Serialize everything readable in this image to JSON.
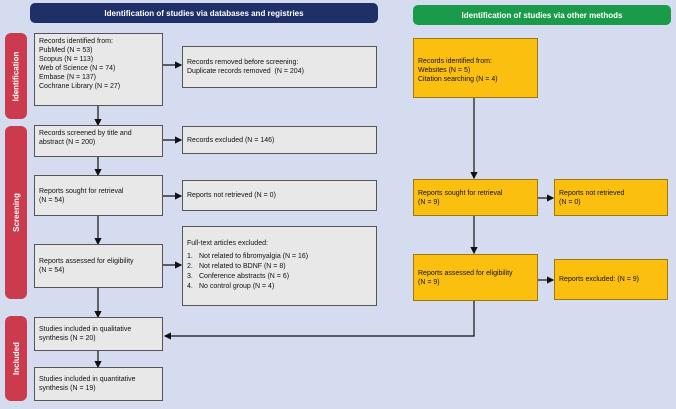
{
  "headers": {
    "databases": "Identification of studies via databases and registries",
    "other": "Identification of studies via other methods"
  },
  "phases": {
    "identification": "Identification",
    "screening": "Screening",
    "included": "Included"
  },
  "boxes": {
    "records_identified": [
      "Records identified from:",
      "PubMed (N = 53)",
      "Scopus (N = 113)",
      "Web of Science (N = 74)",
      "Embase (N = 137)",
      "Cochrane Library (N = 27)"
    ],
    "records_removed": [
      "Records removed before screening:",
      "Duplicate records removed  (N = 204)"
    ],
    "records_screened": [
      "Records screened by title and",
      "abstract (N = 200)"
    ],
    "records_excluded": "Records excluded (N = 146)",
    "reports_sought": [
      "Reports sought for retrieval",
      "(N = 54)"
    ],
    "reports_not_retrieved": "Reports not retrieved (N = 0)",
    "reports_assessed": [
      "Reports assessed for eligibility",
      "(N = 54)"
    ],
    "fulltext_excluded": {
      "title": "Full-text articles excluded:",
      "items": [
        {
          "num": "1.",
          "text": "Not related to fibromyalgia (N = 16)"
        },
        {
          "num": "2.",
          "text": "Not related to BDNF (N = 8)"
        },
        {
          "num": "3.",
          "text": "Conference abstracts (N = 6)"
        },
        {
          "num": "4.",
          "text": "No control group (N = 4)"
        }
      ]
    },
    "qualitative": [
      "Studies included in qualitative",
      "synthesis (N = 20)"
    ],
    "quantitative": [
      "Studies included in quantitative",
      "synthesis (N = 19)"
    ],
    "other_identified": [
      "Records identified from:",
      "Websites (N = 5)",
      "Citation searching (N = 4)"
    ],
    "other_sought": [
      "Reports sought for retrieval",
      "(N = 9)"
    ],
    "other_not_retrieved": [
      "Reports not retrieved",
      "(N = 0)"
    ],
    "other_assessed": [
      "Reports assessed for eligibility",
      "(N = 9)"
    ],
    "other_excluded": "Reports excluded: (N = 9)"
  },
  "colors": {
    "background": "#d6dcef",
    "header_blue": "#1f3068",
    "header_green": "#1a9b4a",
    "phase_red": "#cc3a4d",
    "box_gray": "#e8e8e8",
    "box_yellow": "#fbbf0f"
  }
}
